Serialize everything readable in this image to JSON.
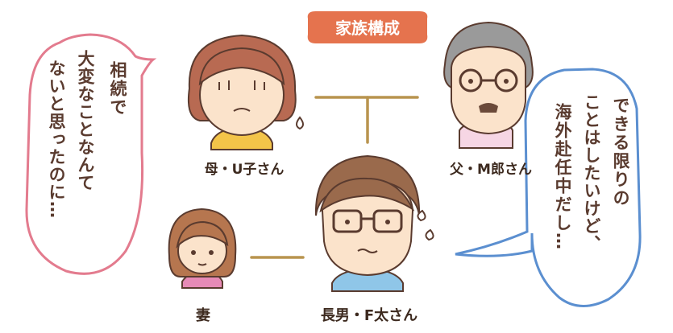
{
  "title": "家族構成",
  "people": {
    "mother": "母・U子さん",
    "father": "父・M郎さん",
    "son": "長男・F太さん",
    "wife": "妻"
  },
  "speech": {
    "left_lines": [
      "相続で",
      "大変なことなんて",
      "ないと思ったのに…"
    ],
    "right_lines": [
      "できる限りの",
      "ことはしたいけど、",
      "海外赴任中だし…"
    ]
  },
  "colors": {
    "title_bg": "#e5734e",
    "left_bubble": "#e37b8e",
    "right_bubble": "#5b8fd0",
    "line": "#b8944e"
  }
}
